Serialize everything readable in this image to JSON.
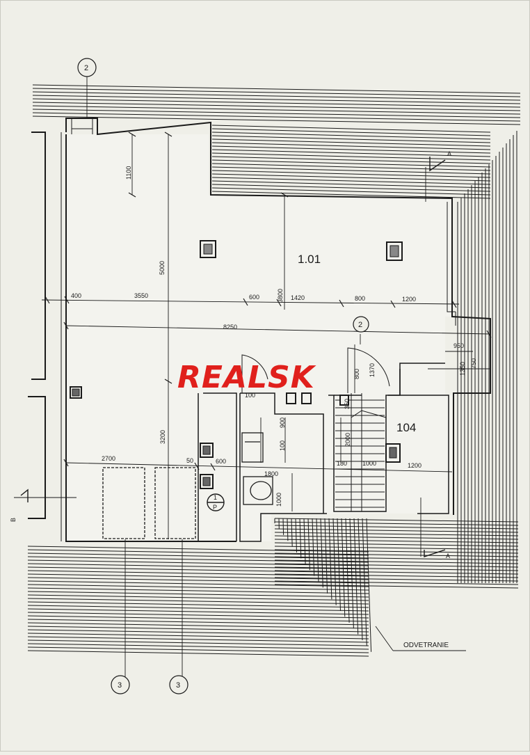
{
  "plan": {
    "rooms": [
      {
        "id": "room-101",
        "label": "1.01"
      },
      {
        "id": "room-104",
        "label": "104"
      }
    ],
    "axes": [
      {
        "id": "axis-2-top",
        "label": "2"
      },
      {
        "id": "axis-2-mid",
        "label": "2"
      },
      {
        "id": "axis-3-left",
        "label": "3"
      },
      {
        "id": "axis-3-right",
        "label": "3"
      }
    ],
    "dimensions": {
      "d1100": "1100",
      "d5000": "5000",
      "d3800": "3800",
      "d3200": "3200",
      "d400": "400",
      "d3550": "3550",
      "d600a": "600",
      "d1420": "1420",
      "d800a": "800",
      "d1200a": "1200",
      "d8250": "8250",
      "d950": "950",
      "d1350": "1350",
      "d750": "750",
      "d800b": "800",
      "d1370": "1370",
      "d100a": "100",
      "d900": "900",
      "d100b": "100",
      "d350": "350",
      "d2000": "2000",
      "d1800": "1800",
      "d1000a": "1000",
      "d180": "180",
      "d1000b": "1000",
      "d1200b": "1200",
      "d2700": "2700",
      "d50": "50",
      "d600b": "600"
    },
    "section_marks": {
      "upper": "A",
      "lower": "A",
      "left": "B",
      "mid_top": "1",
      "mid_bottom": "P"
    },
    "annotation": "ODVETRANIE",
    "watermark": "REALSK"
  },
  "colors": {
    "paper": "#efefe8",
    "ink": "#1a1a1a",
    "watermark": "#e0201c"
  }
}
